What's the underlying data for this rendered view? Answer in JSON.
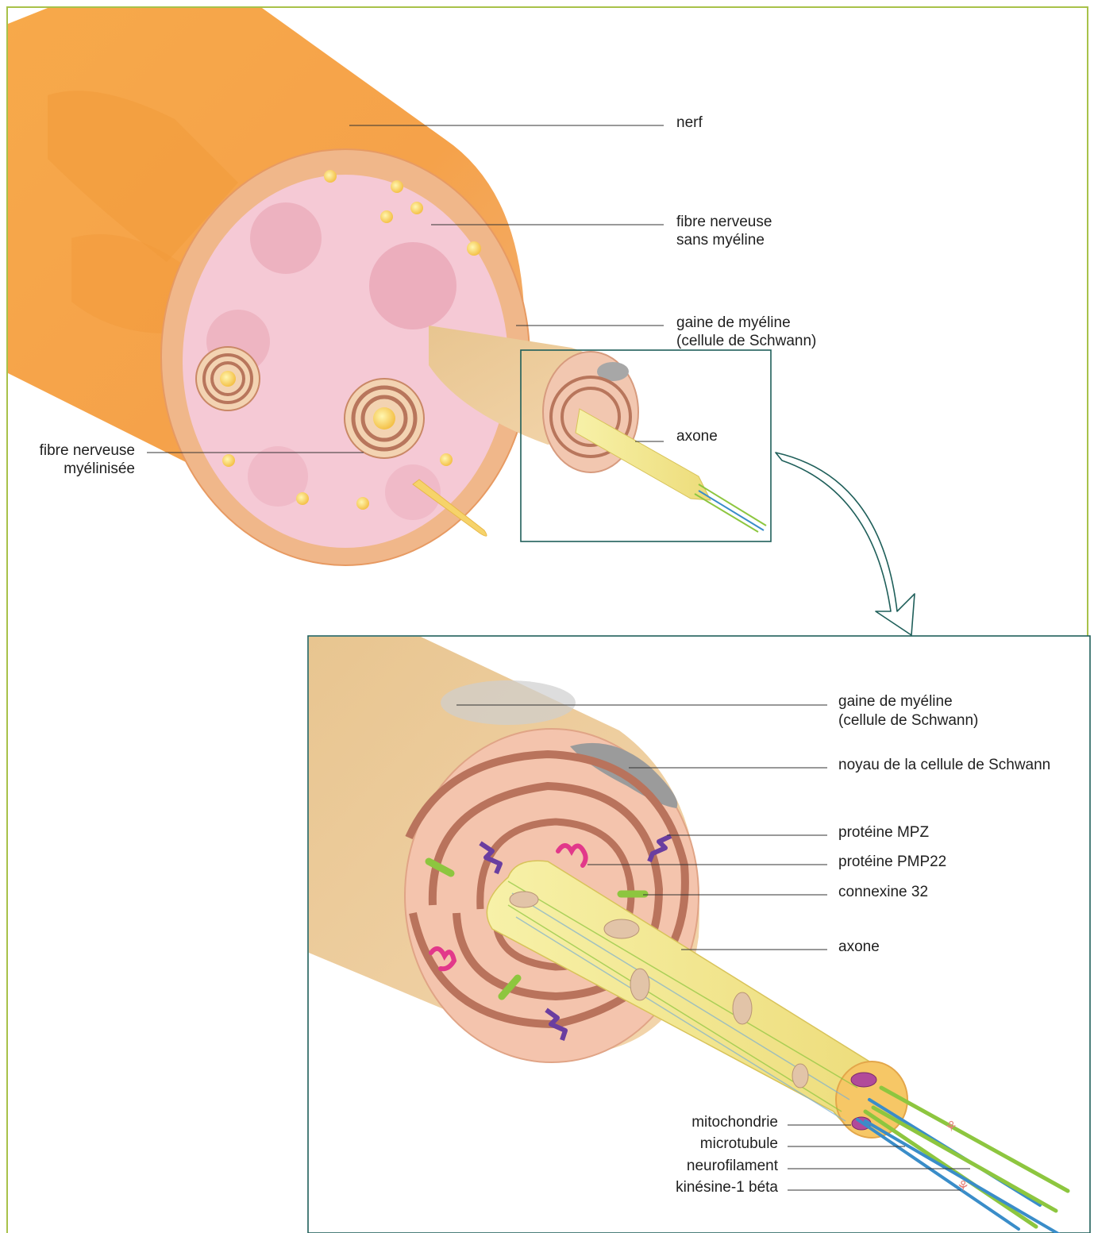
{
  "colors": {
    "frame_border": "#a8c24a",
    "box_border": "#1f5f5a",
    "nerve_outer": "#f4a447",
    "nerve_face": "#f0b88e",
    "nerve_inner": "#f4c6d2",
    "myelin": "#eccb9a",
    "myelin_layer": "#b9735c",
    "axon": "#f2ec93",
    "mpz": "#6a3ea0",
    "pmp22": "#e2388a",
    "connexin": "#8dc63f",
    "nucleus": "#9b9b9b"
  },
  "icons": [
    "zoom-arrow-icon"
  ],
  "overview_labels": {
    "nerf": "nerf",
    "fibre_sans_1": "fibre nerveuse",
    "fibre_sans_2": "sans myéline",
    "gaine_1": "gaine de myéline",
    "gaine_2": "(cellule de Schwann)",
    "axone": "axone",
    "fibre_myel_1": "fibre nerveuse",
    "fibre_myel_2": "myélinisée"
  },
  "detail_labels": {
    "gaine_1": "gaine de myéline",
    "gaine_2": "(cellule de Schwann)",
    "noyau": "noyau de la cellule de Schwann",
    "mpz": "protéine MPZ",
    "pmp22": "protéine PMP22",
    "connexine": "connexine 32",
    "axone": "axone",
    "mitochondrie": "mitochondrie",
    "microtubule": "microtubule",
    "neurofilament": "neurofilament",
    "kinesine": "kinésine-1 béta"
  }
}
